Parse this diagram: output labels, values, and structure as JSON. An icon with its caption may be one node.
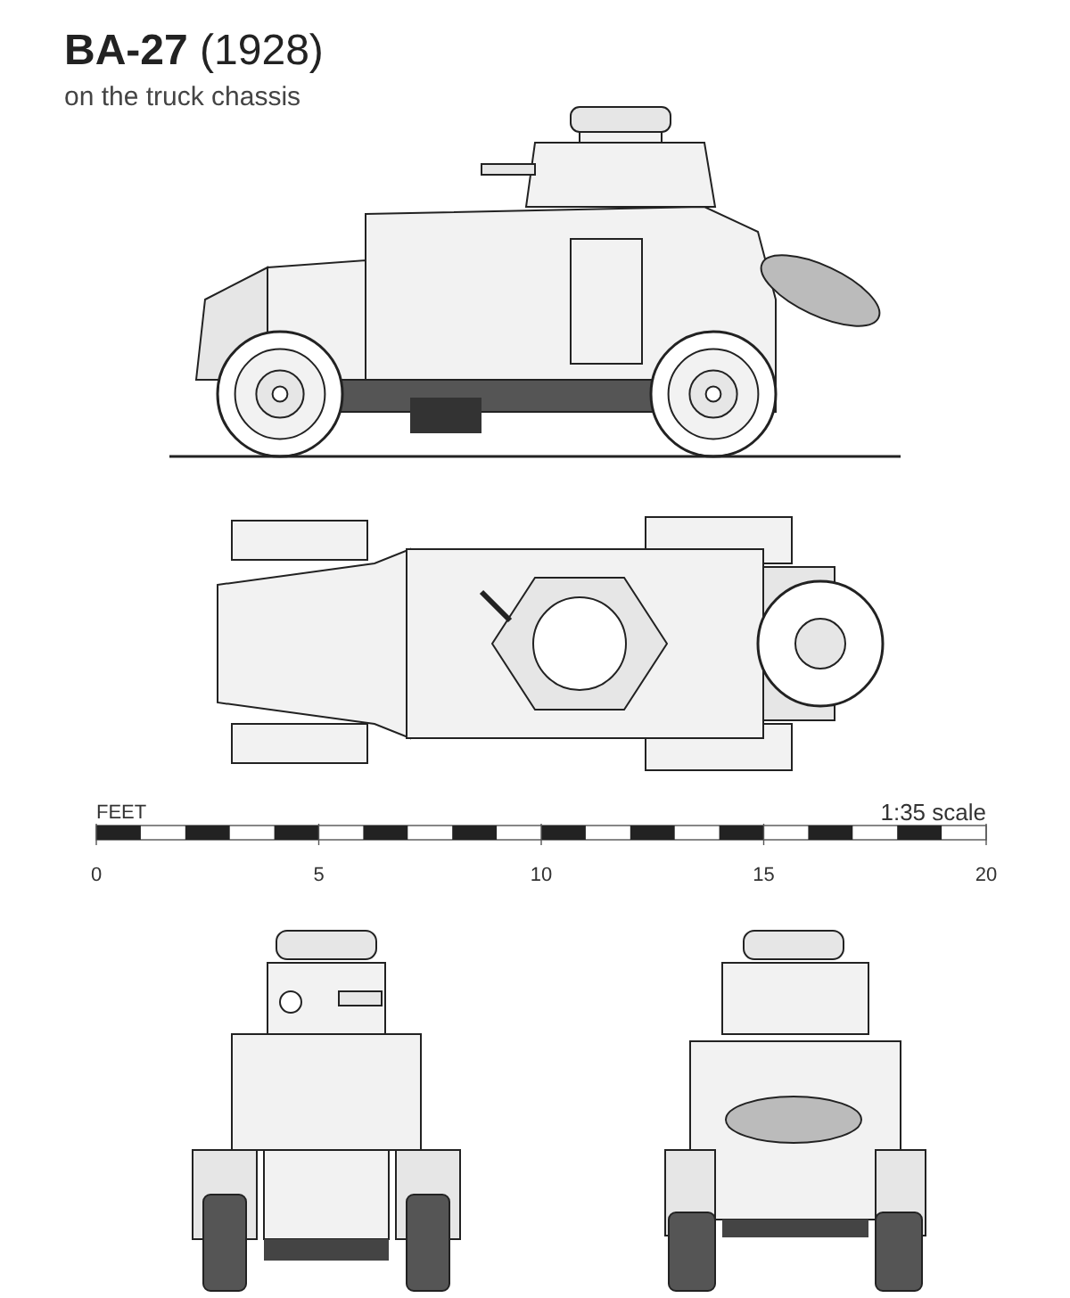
{
  "diagram": {
    "title": "**BA-27** (1928)",
    "labels": [
      "on the truck chassis",
      "FEET",
      "1:35 scale",
      "0",
      "5",
      "10",
      "15",
      "20"
    ]
  }
}
